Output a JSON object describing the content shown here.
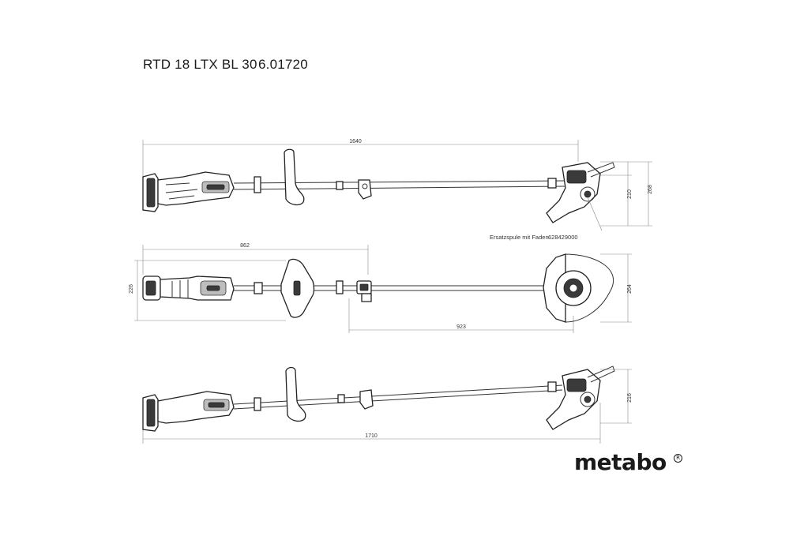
{
  "header": {
    "model": "RTD 18 LTX BL 30",
    "article_number": "6.01720"
  },
  "dimensions": {
    "view1_length": "1640",
    "view1_height_inner": "210",
    "view1_height_outer": "268",
    "view2_handle_length": "862",
    "view2_handle_width": "226",
    "view2_shaft_length": "923",
    "view2_head_diameter": "264",
    "view3_length": "1710",
    "view3_height": "216"
  },
  "callout": {
    "spare_spool_label": "Ersatzspule mit Faden",
    "spare_spool_number": "628429000"
  },
  "brand": {
    "logo_text": "metabo",
    "registered_mark": "R"
  }
}
